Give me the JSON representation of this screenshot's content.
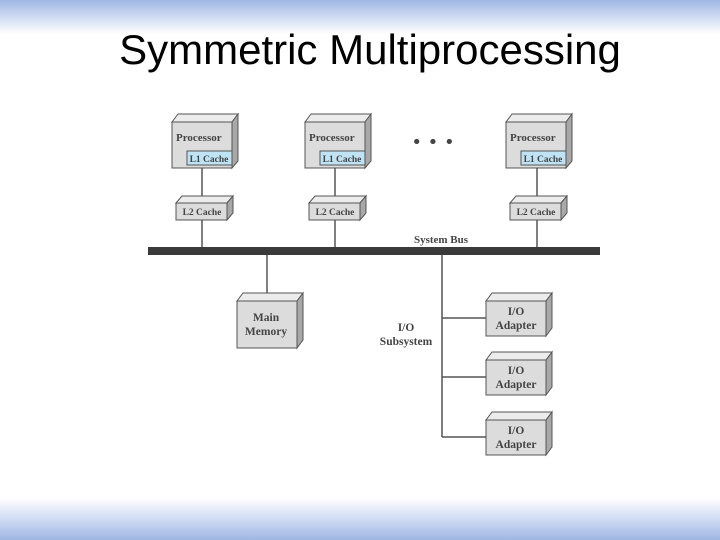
{
  "slide": {
    "title": "Symmetric Multiprocessing"
  },
  "diagram": {
    "processor_label": "Processor",
    "l1_cache_label": "L1 Cache",
    "l2_cache_label": "L2 Cache",
    "ellipsis": "• • •",
    "system_bus_label": "System Bus",
    "main_memory_label": [
      "Main",
      "Memory"
    ],
    "io_subsystem_label": [
      "I/O",
      "Subsystem"
    ],
    "io_adapter_label": [
      "I/O",
      "Adapter"
    ],
    "colors": {
      "box_face": "#dcdcdc",
      "box_side": "#a8a8a8",
      "box_top": "#ececec",
      "cache_fill": "#bfe3f4",
      "bus": "#3a3a3a",
      "line": "#555555",
      "text": "#444444"
    }
  }
}
